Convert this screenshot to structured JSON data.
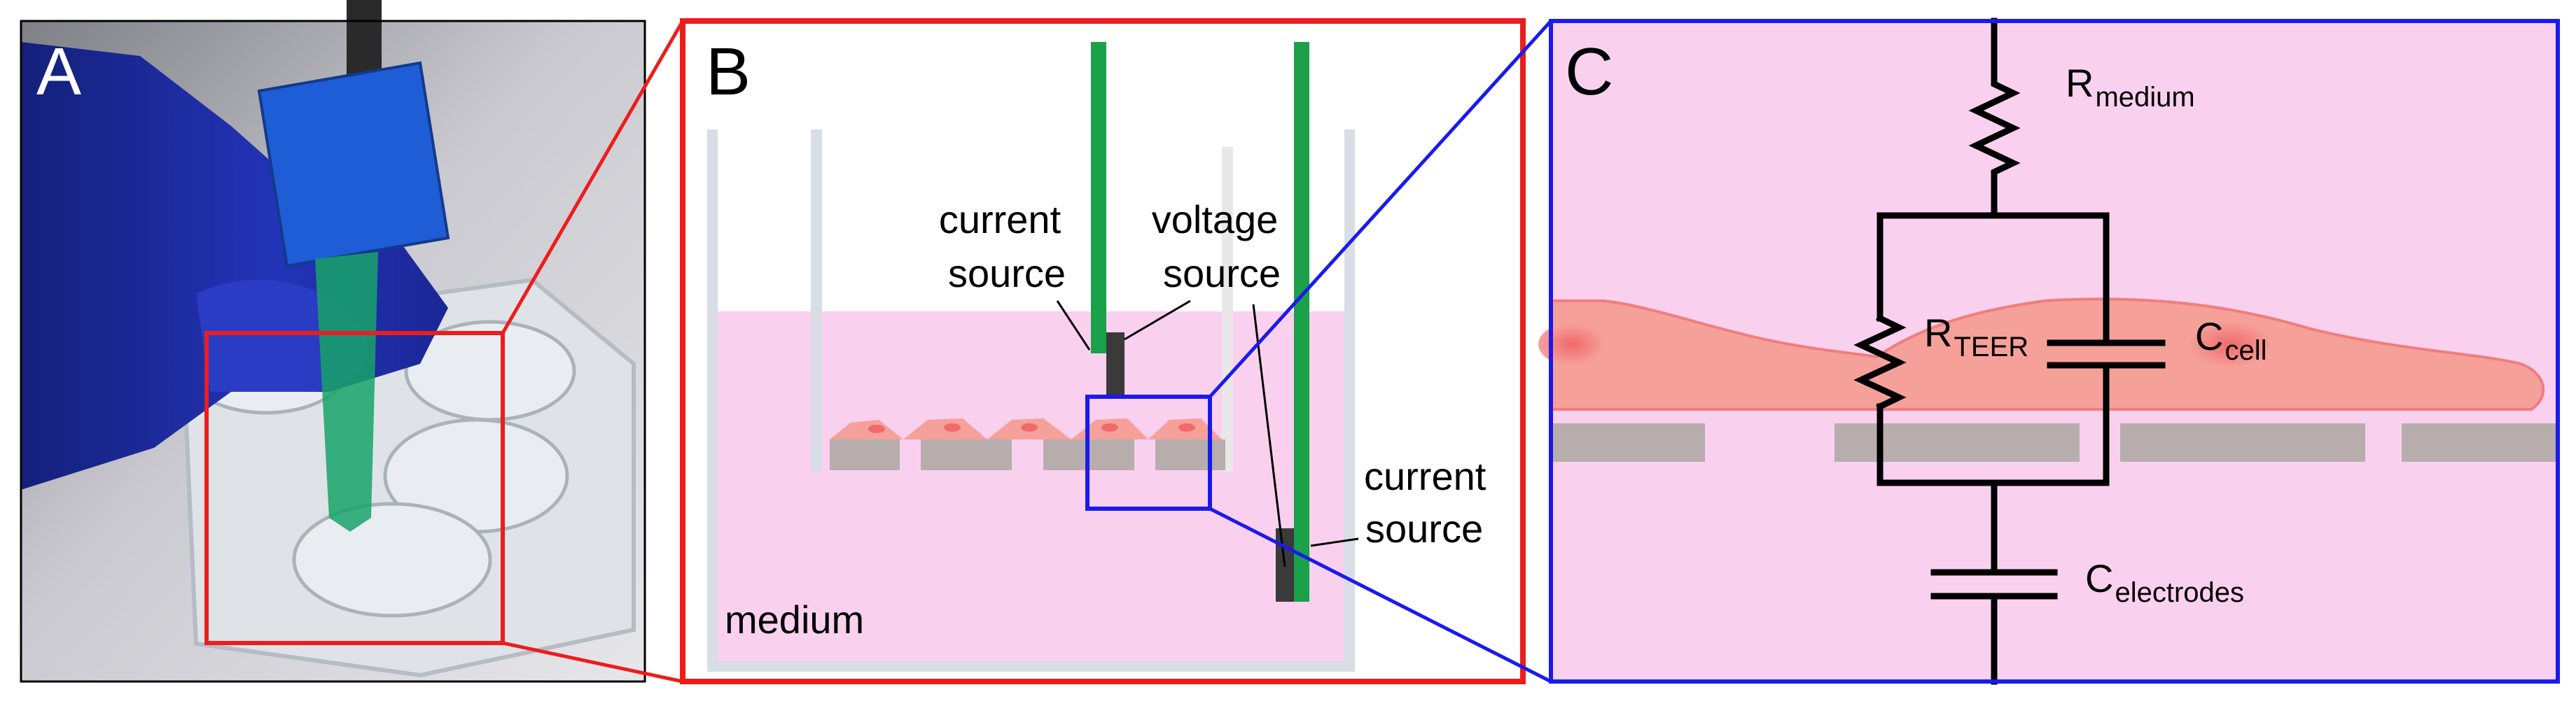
{
  "panels": {
    "a": {
      "letter": "A"
    },
    "b": {
      "letter": "B",
      "inner_label_line1": "current",
      "inner_label_line2": "source",
      "voltage_label_line1": "voltage",
      "voltage_label_line2": "source",
      "outer_label_line1": "current",
      "outer_label_line2": "source",
      "medium_label": "medium"
    },
    "c": {
      "letter": "C",
      "r_medium_main": "R",
      "r_medium_sub": "medium",
      "r_teer_main": "R",
      "r_teer_sub": "TEER",
      "c_cell_main": "C",
      "c_cell_sub": "cell",
      "c_electrodes_main": "C",
      "c_electrodes_sub": "electrodes"
    }
  },
  "colors": {
    "zoom_red": "#ee1c1c",
    "zoom_blue": "#1a1aee",
    "medium_pink": "#fad0ef",
    "electrode_green": "#1aa14a",
    "cell_salmon": "#f6a09a",
    "membrane_gray": "#b7adad"
  }
}
